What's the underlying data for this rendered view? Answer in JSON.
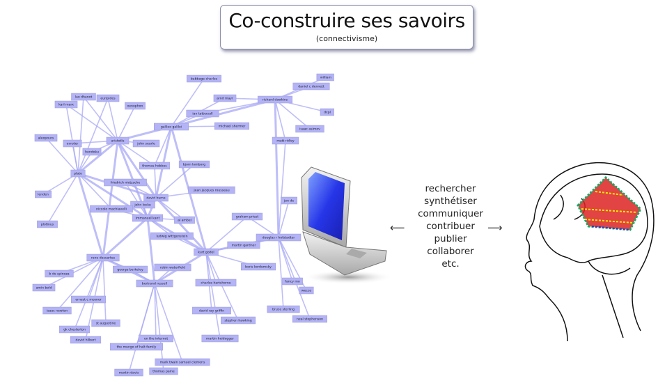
{
  "header": {
    "title": "Co-construire ses savoirs",
    "subtitle": "(connectivisme)"
  },
  "actions": [
    "rechercher",
    "synthétiser",
    "communiquer",
    "contribuer",
    "publier",
    "collaborer",
    "etc."
  ],
  "arrows": {
    "left": "⟵",
    "right": "⟶"
  },
  "colors": {
    "node_fill": "#b3b3f5",
    "edge": "#a9a9f7",
    "title_border": "#8a8fa8"
  },
  "network": {
    "nodes": [
      "plato",
      "aristotle",
      "galileo galilei",
      "richard dawkins",
      "david hume",
      "immanuel kant",
      "rene descartes",
      "bertrand russell",
      "kurt godel",
      "douglas r hofstadter",
      "karl marx",
      "lao dhanot",
      "euripides",
      "xenophon",
      "babbage charles",
      "arnd mayr",
      "ian tattersall",
      "michael shermer",
      "william",
      "daniel c dennett",
      "dxpl",
      "isaac asimov",
      "matt ridley",
      "aleopours",
      "evroter",
      "hendoku",
      "john searle",
      "thomas hobbes",
      "bjorn lomborg",
      "friedrich nietzsche",
      "jean jacques rousseau",
      "john locke",
      "niccolo machiavelli",
      "al ambel",
      "ludwig wittgenstein",
      "plotinus",
      "lenden",
      "graham priest",
      "martin gardner",
      "robin waterfield",
      "george berkeley",
      "boris kordemsky",
      "charles hartshorne",
      "david ray griffin",
      "stephen hawking",
      "martin heidegger",
      "b de spinoza",
      "amin bold",
      "ernest c mosner",
      "isaac newton",
      "gk chesterton",
      "st augustine",
      "david hilbert",
      "the mungo of halt family",
      "on the internet",
      "mark twain samuel clemens",
      "thomas paine",
      "martin davis",
      "jan de",
      "fancy mo",
      "bruce sterling",
      "neal stephenson",
      "wecco"
    ],
    "edges": [
      [
        0,
        1
      ],
      [
        0,
        4
      ],
      [
        0,
        5
      ],
      [
        0,
        6
      ],
      [
        0,
        10
      ],
      [
        0,
        11
      ],
      [
        0,
        23
      ],
      [
        0,
        24
      ],
      [
        0,
        25
      ],
      [
        0,
        35
      ],
      [
        0,
        36
      ],
      [
        0,
        32
      ],
      [
        0,
        12
      ],
      [
        1,
        2
      ],
      [
        1,
        4
      ],
      [
        1,
        5
      ],
      [
        1,
        11
      ],
      [
        1,
        12
      ],
      [
        1,
        13
      ],
      [
        1,
        24
      ],
      [
        1,
        25
      ],
      [
        1,
        26
      ],
      [
        1,
        27
      ],
      [
        1,
        10
      ],
      [
        1,
        6
      ],
      [
        2,
        3
      ],
      [
        2,
        4
      ],
      [
        2,
        14
      ],
      [
        2,
        15
      ],
      [
        2,
        16
      ],
      [
        2,
        17
      ],
      [
        2,
        27
      ],
      [
        2,
        8
      ],
      [
        3,
        15
      ],
      [
        3,
        16
      ],
      [
        3,
        18
      ],
      [
        3,
        19
      ],
      [
        3,
        20
      ],
      [
        3,
        21
      ],
      [
        3,
        22
      ],
      [
        3,
        9
      ],
      [
        4,
        5
      ],
      [
        4,
        27
      ],
      [
        4,
        28
      ],
      [
        4,
        29
      ],
      [
        4,
        30
      ],
      [
        4,
        31
      ],
      [
        4,
        33
      ],
      [
        4,
        8
      ],
      [
        5,
        6
      ],
      [
        5,
        7
      ],
      [
        5,
        8
      ],
      [
        5,
        31
      ],
      [
        5,
        32
      ],
      [
        5,
        33
      ],
      [
        5,
        34
      ],
      [
        5,
        29
      ],
      [
        6,
        7
      ],
      [
        6,
        46
      ],
      [
        6,
        47
      ],
      [
        6,
        48
      ],
      [
        6,
        49
      ],
      [
        6,
        50
      ],
      [
        6,
        51
      ],
      [
        6,
        52
      ],
      [
        6,
        40
      ],
      [
        7,
        8
      ],
      [
        7,
        39
      ],
      [
        7,
        40
      ],
      [
        7,
        53
      ],
      [
        7,
        54
      ],
      [
        7,
        55
      ],
      [
        7,
        56
      ],
      [
        7,
        57
      ],
      [
        8,
        9
      ],
      [
        8,
        37
      ],
      [
        8,
        38
      ],
      [
        8,
        41
      ],
      [
        8,
        42
      ],
      [
        8,
        43
      ],
      [
        8,
        44
      ],
      [
        8,
        45
      ],
      [
        8,
        34
      ],
      [
        9,
        37
      ],
      [
        9,
        38
      ],
      [
        9,
        58
      ],
      [
        9,
        59
      ],
      [
        9,
        60
      ],
      [
        9,
        61
      ],
      [
        9,
        62
      ],
      [
        9,
        22
      ]
    ]
  }
}
